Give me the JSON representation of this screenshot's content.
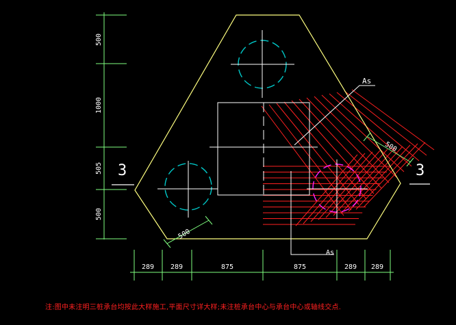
{
  "labels": {
    "as_upper": "As",
    "as_lower": "As",
    "section_left": "3",
    "section_right": "3",
    "dim_500_right": "500",
    "dim_500_left": "500"
  },
  "bottom_dims": [
    "289",
    "289",
    "875",
    "875",
    "289",
    "289"
  ],
  "left_dims": [
    "500",
    "1000",
    "505",
    "500"
  ],
  "note": "注:图中未注明三桩承台均按此大样施工,平面尺寸详大样;未注桩承台中心与承台中心或轴线交点.",
  "colors": {
    "background": "#000000",
    "outline": "#ffff80",
    "dimension": "#80ff80",
    "rebar": "#ff2020",
    "pile_cyan": "#00c8c8",
    "pile_magenta": "#ff20ff",
    "white": "#ffffff"
  }
}
